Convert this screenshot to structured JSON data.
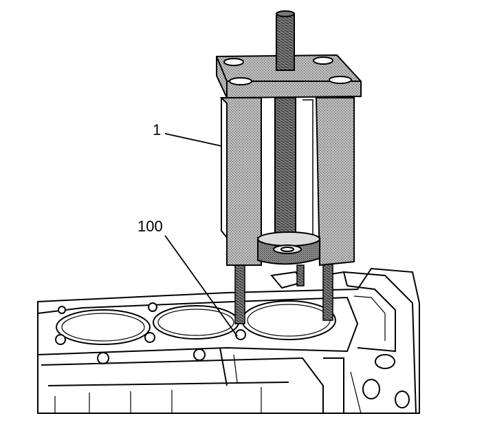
{
  "callouts": [
    {
      "id": "1",
      "text": "1"
    },
    {
      "id": "100",
      "text": "100"
    }
  ],
  "colors": {
    "line": "#000000",
    "background": "#ffffff",
    "shading": "#8a8a8a",
    "shading_light": "#c8c8c8"
  }
}
